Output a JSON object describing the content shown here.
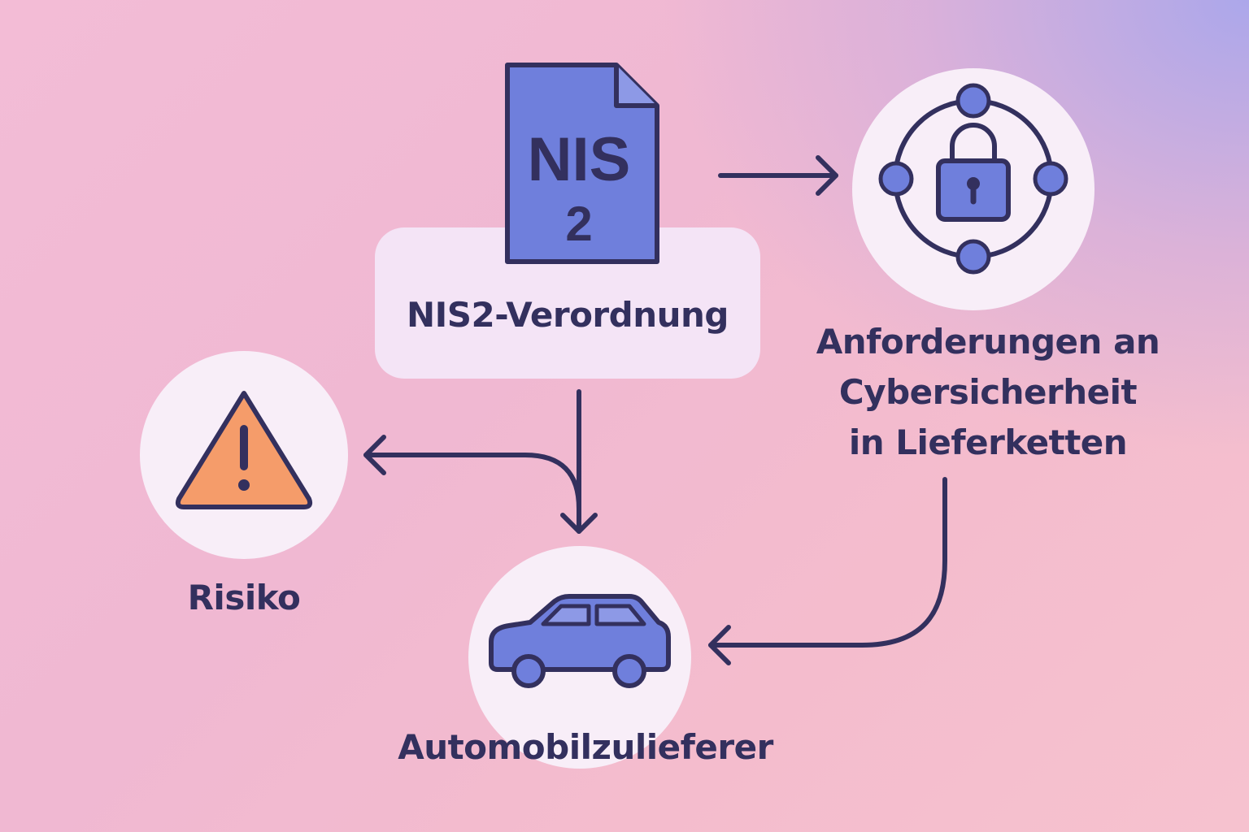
{
  "nodes": {
    "regulation": {
      "doc_line1": "NIS",
      "doc_line2": "2",
      "label": "NIS2-Verordnung"
    },
    "requirements": {
      "label_lines": [
        "Anforderungen an",
        "Cybersicherheit",
        "in Lieferketten"
      ]
    },
    "risk": {
      "label": "Risiko"
    },
    "supplier": {
      "label": "Automobilzulieferer"
    }
  },
  "icons": {
    "document": "document-icon",
    "network_lock": "network-lock-icon",
    "warning": "warning-icon",
    "car": "car-icon"
  },
  "colors": {
    "ink": "#33305e",
    "accent_blue": "#6f7fdc",
    "warning_orange": "#f59c6a",
    "circle_fill": "#f8eef8",
    "label_box_fill": "#f4e4f6"
  }
}
